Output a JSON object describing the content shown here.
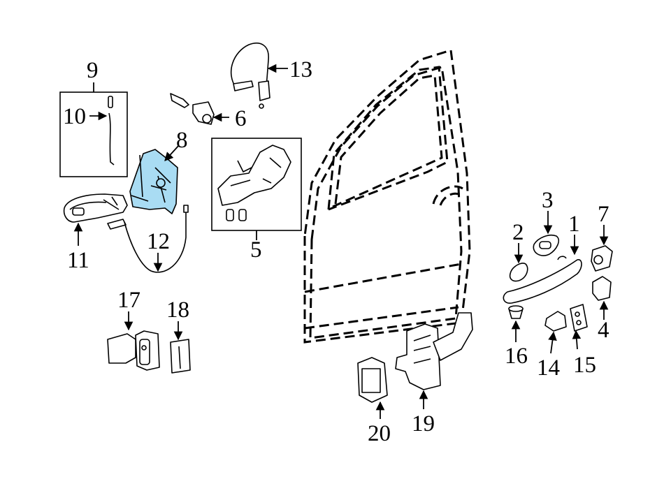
{
  "diagram": {
    "highlight_color": "#a9dcf3",
    "callouts": [
      {
        "id": "c1",
        "text": "1"
      },
      {
        "id": "c2",
        "text": "2"
      },
      {
        "id": "c3",
        "text": "3"
      },
      {
        "id": "c4",
        "text": "4"
      },
      {
        "id": "c5",
        "text": "5"
      },
      {
        "id": "c6",
        "text": "6"
      },
      {
        "id": "c7",
        "text": "7"
      },
      {
        "id": "c8",
        "text": "8"
      },
      {
        "id": "c9",
        "text": "9"
      },
      {
        "id": "c10",
        "text": "10"
      },
      {
        "id": "c11",
        "text": "11"
      },
      {
        "id": "c12",
        "text": "12"
      },
      {
        "id": "c13",
        "text": "13"
      },
      {
        "id": "c14",
        "text": "14"
      },
      {
        "id": "c15",
        "text": "15"
      },
      {
        "id": "c16",
        "text": "16"
      },
      {
        "id": "c17",
        "text": "17"
      },
      {
        "id": "c18",
        "text": "18"
      },
      {
        "id": "c19",
        "text": "19"
      },
      {
        "id": "c20",
        "text": "20"
      }
    ]
  }
}
